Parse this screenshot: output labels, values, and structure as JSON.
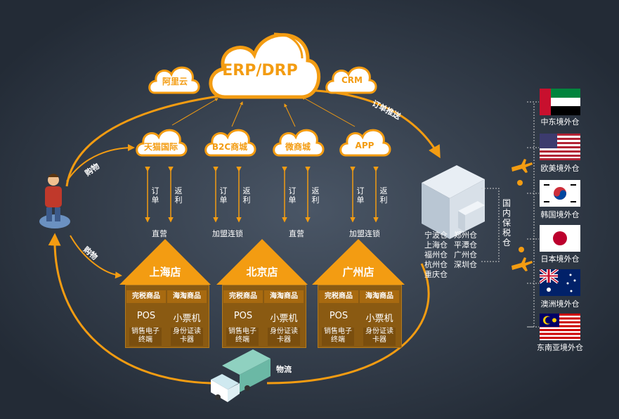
{
  "center": {
    "title": "ERP/DRP"
  },
  "side_clouds": {
    "left": "阿里云",
    "right": "CRM"
  },
  "channels": [
    {
      "label": "天猫国际",
      "type": "直营"
    },
    {
      "label": "B2C商城",
      "type": "加盟连锁"
    },
    {
      "label": "微商城",
      "type": "直营"
    },
    {
      "label": "APP",
      "type": "加盟连锁"
    }
  ],
  "flow": {
    "order": "订单",
    "rebate": "返利"
  },
  "arrows": {
    "order_push": "订单推送",
    "shopping": "购物",
    "logistics": "物流"
  },
  "stores": [
    {
      "name": "上海店"
    },
    {
      "name": "北京店"
    },
    {
      "name": "广州店"
    }
  ],
  "store_modules": {
    "duty_free": "完税商品",
    "cross_border": "海淘商品",
    "pos": "POS",
    "receipt": "小票机",
    "pos_desc": "销售电子终端",
    "id_reader": "身份证读卡器"
  },
  "domestic": {
    "label": "国内保税仓",
    "warehouses_left": [
      "宁波仓",
      "上海仓",
      "福州仓",
      "杭州仓",
      "重庆仓"
    ],
    "warehouses_right": [
      "郑州仓",
      "平潭仓",
      "广州仓",
      "深圳仓"
    ]
  },
  "overseas": [
    {
      "label": "中东境外仓",
      "flag": "uae"
    },
    {
      "label": "欧美境外仓",
      "flag": "usa"
    },
    {
      "label": "韩国境外仓",
      "flag": "korea"
    },
    {
      "label": "日本境外仓",
      "flag": "japan"
    },
    {
      "label": "澳洲境外仓",
      "flag": "australia"
    },
    {
      "label": "东南亚境外仓",
      "flag": "malaysia"
    }
  ],
  "colors": {
    "accent": "#f39c12",
    "dark_bg": "#2f3a48",
    "store": "#8a5a12"
  }
}
